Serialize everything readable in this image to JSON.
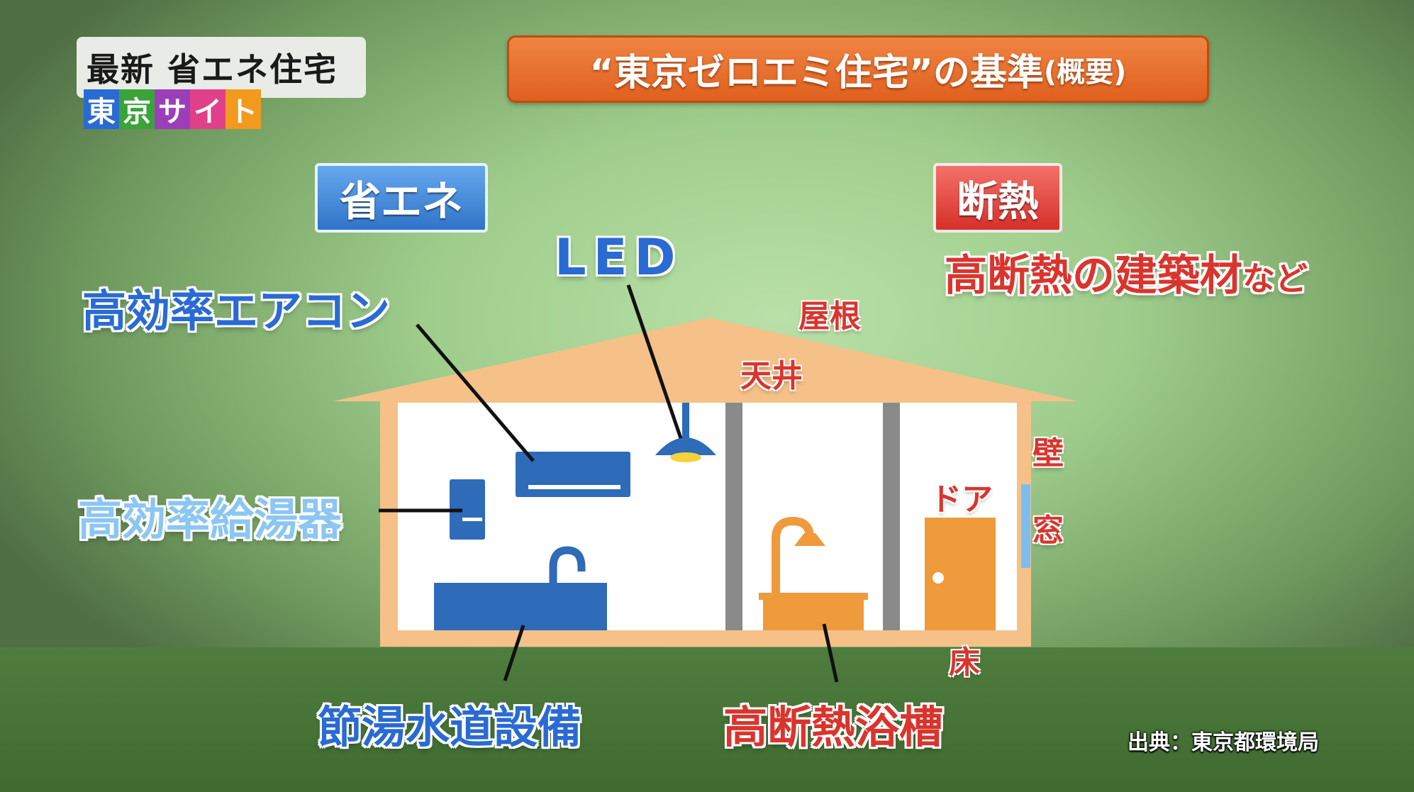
{
  "logo": {
    "top_text": "最新 省エネ住宅",
    "blocks": [
      {
        "char": "東",
        "color": "#2a6ad3"
      },
      {
        "char": "京",
        "color": "#3aa33a"
      },
      {
        "char": "サ",
        "color": "#9b3fb8"
      },
      {
        "char": "イ",
        "color": "#e0408a"
      },
      {
        "char": "ト",
        "color": "#f29a1e"
      }
    ]
  },
  "title": {
    "main": "“東京ゼロエミ住宅”の基準",
    "sub": "(概要)"
  },
  "categories": {
    "energy_saving": "省エネ",
    "insulation": "断熱",
    "insulation_desc_main": "高断熱の建築材",
    "insulation_desc_suffix": "など"
  },
  "energy_labels": {
    "aircon": "高効率エアコン",
    "led": "LED",
    "water_heater": "高効率給湯器",
    "water_fixtures": "節湯水道設備"
  },
  "insulation_labels": {
    "roof": "屋根",
    "ceiling": "天井",
    "wall": "壁",
    "door": "ドア",
    "window": "窓",
    "floor": "床",
    "bathtub": "高断熱浴槽"
  },
  "source": "出典：東京都環境局",
  "colors": {
    "house_frame": "#f5c188",
    "appliance_blue": "#2e6bb8",
    "fixture_orange": "#ef9a3b",
    "title_orange": "#e8702e",
    "label_red": "#d9352e",
    "label_blue": "#2a6ad3"
  }
}
